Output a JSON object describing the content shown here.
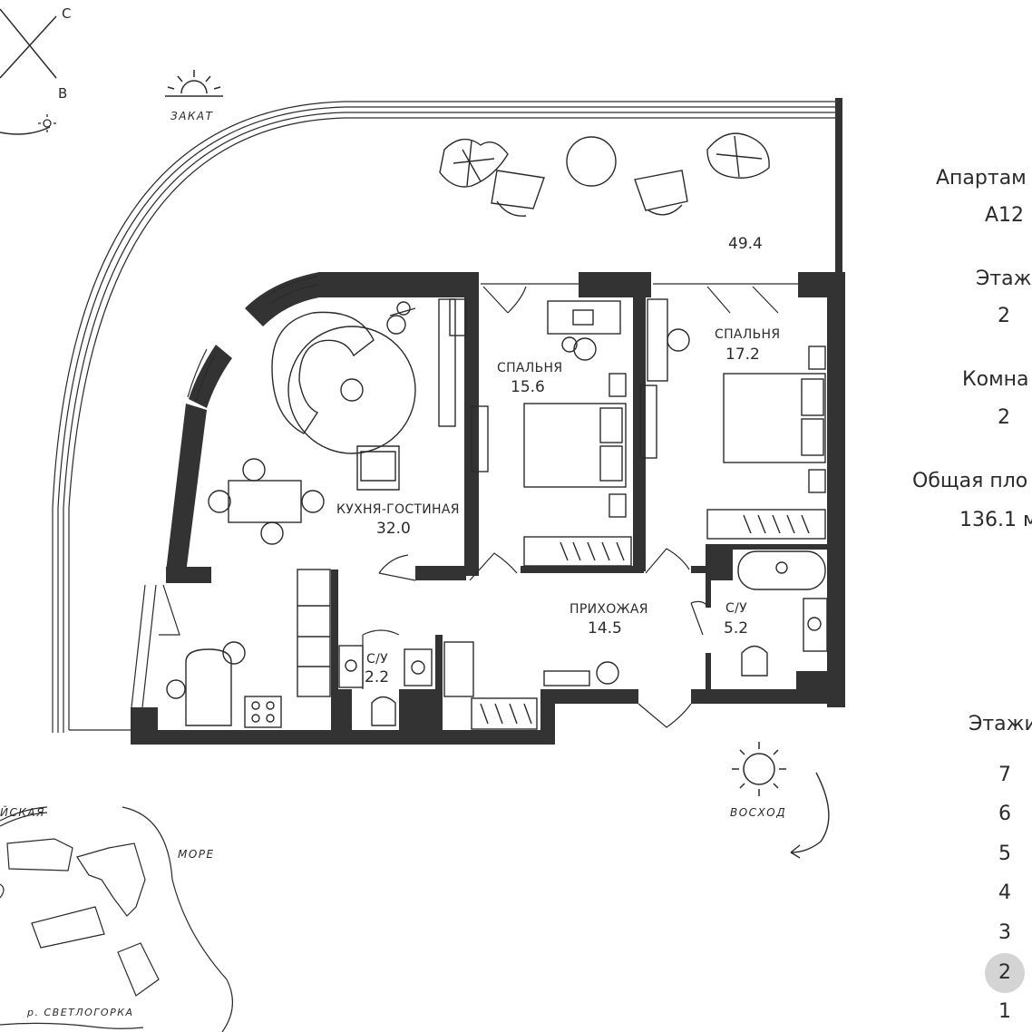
{
  "compass": {
    "north": "С",
    "east": "В"
  },
  "sun": {
    "sunset": "ЗАКАТ",
    "sunrise": "ВОСХОД"
  },
  "terrace_area": "49.4",
  "rooms": [
    {
      "name": "КУХНЯ-ГОСТИНАЯ",
      "area": "32.0"
    },
    {
      "name": "СПАЛЬНЯ",
      "area": "15.6"
    },
    {
      "name": "СПАЛЬНЯ",
      "area": "17.2"
    },
    {
      "name": "ПРИХОЖАЯ",
      "area": "14.5"
    },
    {
      "name": "С/У",
      "area": "2.2"
    },
    {
      "name": "С/У",
      "area": "5.2"
    }
  ],
  "map": {
    "street": "ЙСКАЯ",
    "sea": "МОРЕ",
    "river": "р. СВЕТЛОГОРКА"
  },
  "info": {
    "apartment_label": "Апартам",
    "apartment_value": "А12",
    "floor_label": "Этаж",
    "floor_value": "2",
    "rooms_label": "Комна",
    "rooms_value": "2",
    "area_label": "Общая пло",
    "area_value": "136.1 м",
    "floors_label": "Этажи"
  },
  "floors": [
    "7",
    "6",
    "5",
    "4",
    "3",
    "2",
    "1"
  ],
  "active_floor": "2",
  "colors": {
    "wall": "#333333",
    "line": "#2b2b2b",
    "highlight": "#d4d4d4"
  }
}
